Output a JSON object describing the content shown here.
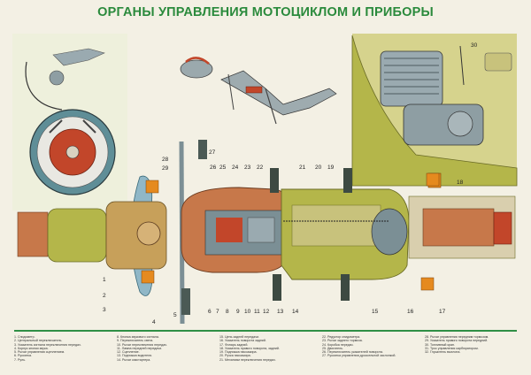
{
  "title": "ОРГАНЫ УПРАВЛЕНИЯ МОТОЦИКЛОМ И ПРИБОРЫ",
  "colors": {
    "title_green": "#2a8a3c",
    "frame_olive": "#b4b64a",
    "tank_copper": "#c7784a",
    "chrome": "#8fa3a8",
    "brake_red": "#c2462a",
    "reflector_orange": "#e58a1f",
    "tyre_dark": "#3d4a42"
  },
  "callouts": [
    "1",
    "2",
    "3",
    "4",
    "5",
    "6",
    "7",
    "8",
    "9",
    "10",
    "11",
    "12",
    "13",
    "14",
    "15",
    "16",
    "17",
    "18",
    "19",
    "20",
    "21",
    "22",
    "23",
    "24",
    "25",
    "26",
    "27",
    "28",
    "29",
    "30"
  ],
  "legend": {
    "col1": [
      "1. Спидометр.",
      "2. Центральный переключатель.",
      "3. Указатель сигнала переключения передач.",
      "4. Корпус кнопки звука.",
      "5. Рычаг управления сцеплением.",
      "6. Рукоятка.",
      "7. Руль."
    ],
    "col2": [
      "8. Кнопка звукового сигнала.",
      "9. Переключатель света.",
      "10. Рычаг переключения передач.",
      "11. Лампа передней передачи.",
      "12. Сцепление.",
      "13. Подножка водителя.",
      "14. Рычаг кикстартера."
    ],
    "col3": [
      "15. Цепь задней передачи.",
      "16. Указатель поворота задний.",
      "17. Фонарь задний.",
      "18. Указатель правого поворота, задний.",
      "19. Подножка пассажира.",
      "20. Ручка пассажира.",
      "21. Механизм переключения передач."
    ],
    "col4": [
      "22. Редуктор спидометра.",
      "23. Рычаг заднего тормоза.",
      "24. Коробка передач.",
      "25. Двигатель.",
      "26. Переключатель указателей поворота.",
      "27. Рукоятка управления дроссельной заслонкой."
    ],
    "col5": [
      "28. Рычаг управления передним тормозом.",
      "29. Указатель правого поворота передний.",
      "30. Топливный кран.",
      "31. Трос управления карбюратором.",
      "32. Глушитель выхлопа."
    ]
  }
}
